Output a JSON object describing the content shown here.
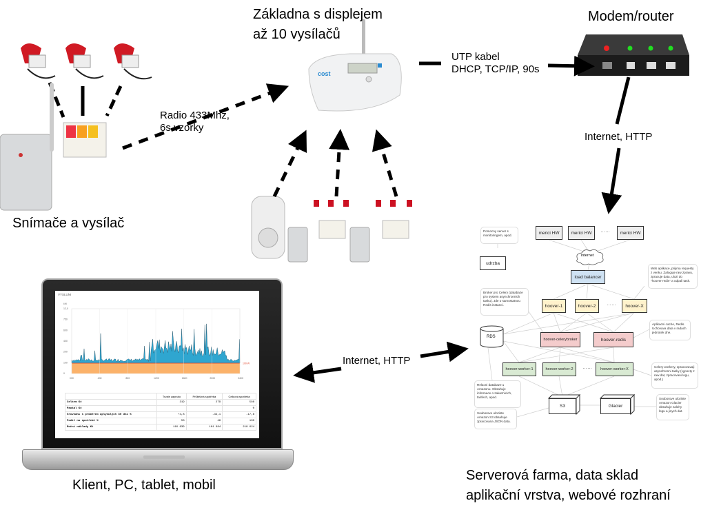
{
  "labels": {
    "base_title_1": "Základna s displejem",
    "base_title_2": "až 10 vysílačů",
    "modem_title": "Modem/router",
    "utp_1": "UTP kabel",
    "utp_2": "DHCP, TCP/IP, 90s",
    "radio_1": "Radio 433Mhz,",
    "radio_2": "6s vzorky",
    "internet_http_1": "Internet, HTTP",
    "sensors_title": "Snímače a vysílač",
    "internet_http_2": "Internet, HTTP",
    "client_title": "Klient, PC, tablet, mobil",
    "server_title_1": "Serverová farma, data sklad",
    "server_title_2": "aplikační vrstva, webové rozhraní"
  },
  "base_station": {
    "brand": "cost"
  },
  "server_diagram": {
    "meters": [
      "merici HW",
      "merici HW",
      "merici HW"
    ],
    "dots": "……",
    "internet": "internet",
    "maintenance": "udrzba",
    "load_balancer": "load balancer",
    "hoovers": [
      "hoover-1",
      "hoover-2",
      "hoover-X"
    ],
    "rds": "RDS",
    "celerybroker": "hoover-celerybroker",
    "redis": "hoover-redis",
    "workers": [
      "hoover-worker-1",
      "hoover-worker-2",
      "hoover-worker-X"
    ],
    "s3": "S3",
    "glacier": "Glacier",
    "notes": {
      "monitoring": "Pomocny server s monitoringem, apod.",
      "webapp": "Web aplikace, prijima requesty z venku. Zaloguje raw zpravu, zpracuje data, ulozi do \"hoover-redis\" a odpali task.",
      "broker": "Broker pro Celery (databaze pro system asynchronnich tasku). Jde o samostatnou Redis instanci.",
      "cache": "Aplikacni cache, Redis. Uchovava data v radach jednotek dne.",
      "workers": "Celery workery, zpracovavaji asynchronni tasky (vypocty z raw dat, zpracovani logu, apod.)",
      "rds": "Relacni databaze u Amazonu. Obsahuje informace o zakaznicich, tarifech, apod.",
      "s3": "Souborove uloziste Amazon S3 obsahuje zpracovana JSON data.",
      "glacier": "Souborove uloziste Amazon Glacier obsahuje zalohy logu a jinych dat."
    },
    "colors": {
      "load_balancer": "#cfe2f3",
      "hoover": "#fff2cc",
      "redis": "#f4cccc",
      "worker": "#d9ead3",
      "meter": "#eeeeee"
    }
  },
  "client_screen": {
    "title": "VYSLUNI",
    "y_unit": "kW",
    "y_ticks": [
      "0",
      "100",
      "200",
      "400",
      "600",
      "750",
      "12,0"
    ],
    "x_ticks": [
      "000",
      "400",
      "800",
      "1200",
      "1600",
      "2000",
      "2400"
    ],
    "baseline_label": "100 W",
    "colors": {
      "consumption": "#2fa6d0",
      "baseline": "#fbb26a",
      "baseline_line": "#e0442a"
    },
    "table": {
      "headers": [
        "",
        "Trvale zapnuto",
        "Průběžná spotřeba",
        "Celková spotřeba"
      ],
      "rows": [
        [
          "Celkem Kč",
          "319",
          "279",
          "598"
        ],
        [
          "Paušál Kč",
          "",
          "",
          "0"
        ],
        [
          "Srovnání s průměrem uplynulých 30 dní %",
          "+4,8",
          "-34,1",
          "-17,8"
        ],
        [
          "Podíl na spotřebě %",
          "53",
          "46",
          "100"
        ],
        [
          "Roční náklady Kč",
          "116 639",
          "101 984",
          "218 624"
        ]
      ]
    }
  }
}
